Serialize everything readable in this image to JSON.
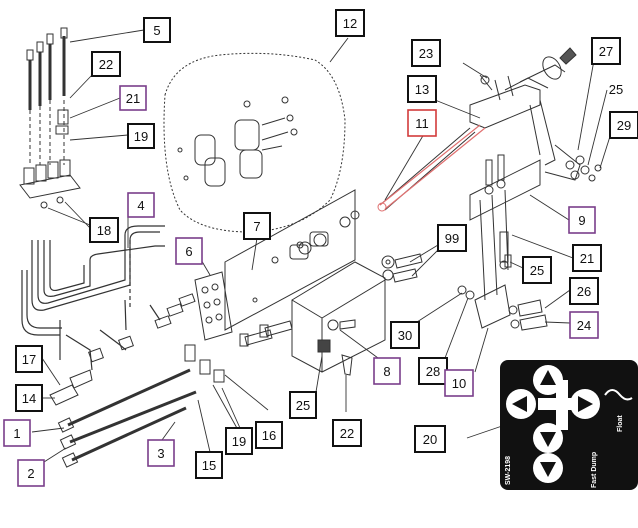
{
  "diagram": {
    "callouts": [
      {
        "id": "c5",
        "label": "5",
        "box": "black"
      },
      {
        "id": "c22a",
        "label": "22",
        "box": "black"
      },
      {
        "id": "c21a",
        "label": "21",
        "box": "purple"
      },
      {
        "id": "c19a",
        "label": "19",
        "box": "black"
      },
      {
        "id": "c4",
        "label": "4",
        "box": "purple"
      },
      {
        "id": "c18",
        "label": "18",
        "box": "black"
      },
      {
        "id": "c12",
        "label": "12",
        "box": "black"
      },
      {
        "id": "c7",
        "label": "7",
        "box": "black"
      },
      {
        "id": "c6",
        "label": "6",
        "box": "purple"
      },
      {
        "id": "c13",
        "label": "13",
        "box": "black"
      },
      {
        "id": "c11",
        "label": "11",
        "box": "red"
      },
      {
        "id": "c23",
        "label": "23",
        "box": "black"
      },
      {
        "id": "c27",
        "label": "27",
        "box": "black"
      },
      {
        "id": "c25a",
        "label": "25",
        "box": "none"
      },
      {
        "id": "c29",
        "label": "29",
        "box": "black"
      },
      {
        "id": "c9",
        "label": "9",
        "box": "purple"
      },
      {
        "id": "c99",
        "label": "99",
        "box": "black"
      },
      {
        "id": "c21b",
        "label": "21",
        "box": "black"
      },
      {
        "id": "c25b",
        "label": "25",
        "box": "black"
      },
      {
        "id": "c26",
        "label": "26",
        "box": "black"
      },
      {
        "id": "c24",
        "label": "24",
        "box": "purple"
      },
      {
        "id": "c17",
        "label": "17",
        "box": "black"
      },
      {
        "id": "c14",
        "label": "14",
        "box": "black"
      },
      {
        "id": "c1",
        "label": "1",
        "box": "purple"
      },
      {
        "id": "c2",
        "label": "2",
        "box": "purple"
      },
      {
        "id": "c3",
        "label": "3",
        "box": "purple"
      },
      {
        "id": "c15",
        "label": "15",
        "box": "black"
      },
      {
        "id": "c19b",
        "label": "19",
        "box": "black"
      },
      {
        "id": "c16",
        "label": "16",
        "box": "black"
      },
      {
        "id": "c25c",
        "label": "25",
        "box": "black"
      },
      {
        "id": "c22b",
        "label": "22",
        "box": "black"
      },
      {
        "id": "c8",
        "label": "8",
        "box": "purple"
      },
      {
        "id": "c30",
        "label": "30",
        "box": "black"
      },
      {
        "id": "c28",
        "label": "28",
        "box": "black"
      },
      {
        "id": "c10",
        "label": "10",
        "box": "purple"
      },
      {
        "id": "c20",
        "label": "20",
        "box": "black"
      }
    ],
    "decal": {
      "label_float": "Float",
      "label_fast_dump": "Fast Dump",
      "part_number": "SW-2198"
    },
    "colors": {
      "black_box": "#111111",
      "purple_box": "#7a3e8a",
      "red_box": "#d23b3b",
      "highlight_line": "#e07070",
      "line": "#333333"
    }
  }
}
